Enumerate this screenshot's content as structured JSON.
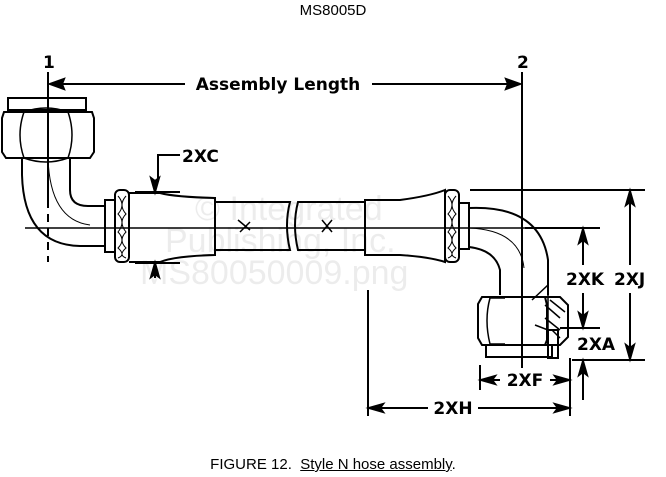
{
  "document": {
    "title": "MS8005D",
    "caption_prefix": "FIGURE 12.",
    "caption_title": "Style N hose assembly",
    "caption_suffix": "."
  },
  "diagram": {
    "point_labels": [
      "1",
      "2"
    ],
    "dimension_labels": {
      "assembly_length": "Assembly Length",
      "c": "2XC",
      "k": "2XK",
      "j": "2XJ",
      "a": "2XA",
      "f": "2XF",
      "h": "2XH"
    },
    "watermark": [
      "© Integrated",
      "Publishing, Inc.",
      "MS80050009.png"
    ]
  }
}
